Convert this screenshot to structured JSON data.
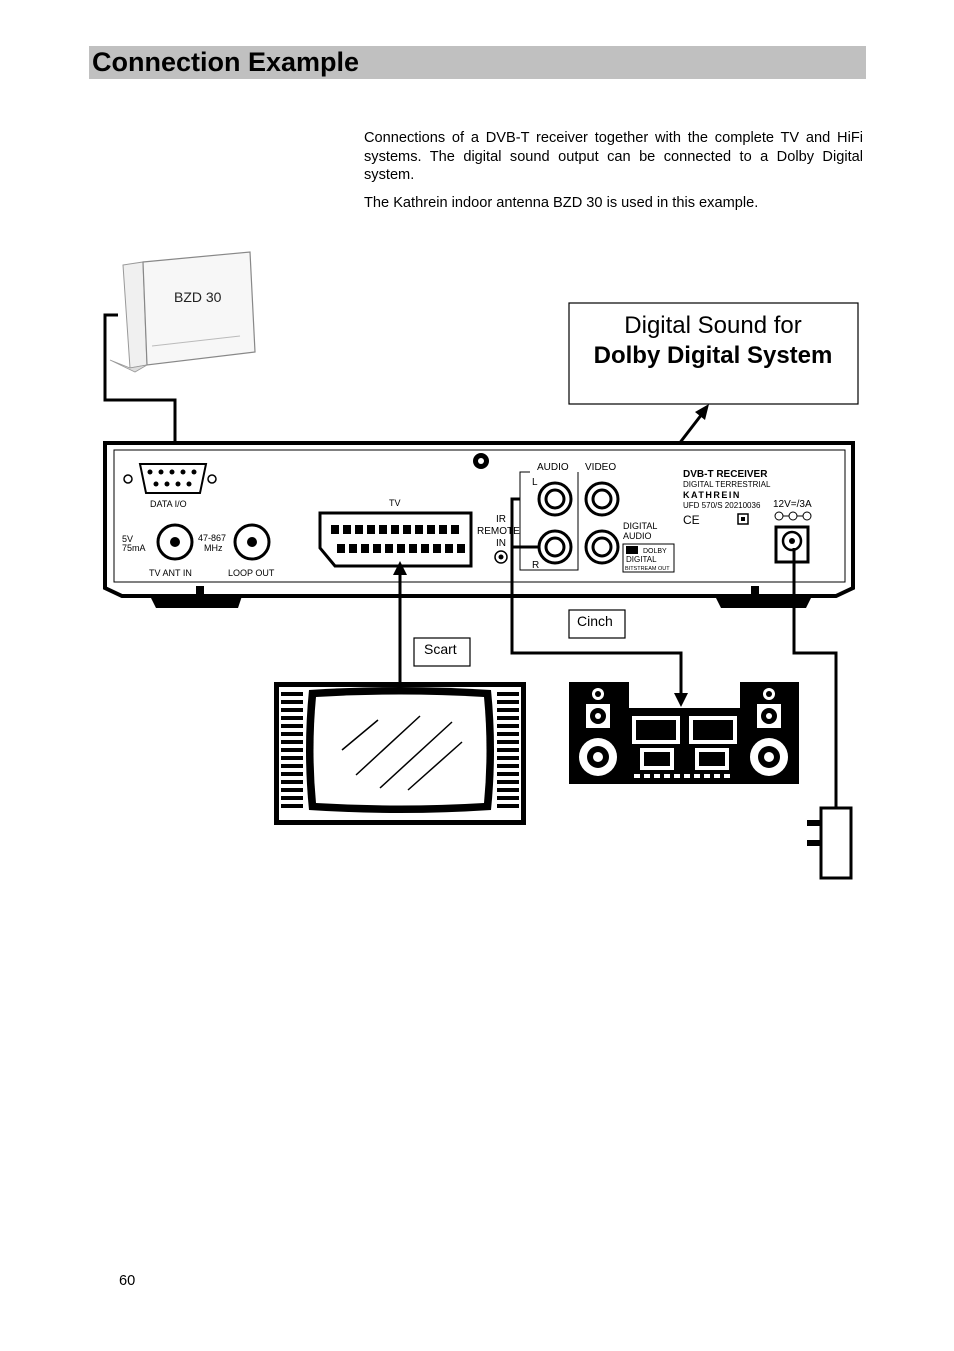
{
  "page": {
    "title": "Connection Example",
    "intro": [
      "Connections of a DVB-T receiver together with the complete TV and HiFi systems. The digital sound output can be connected to a Dolby Digital system.",
      "The Kathrein indoor antenna BZD 30 is used in this example."
    ],
    "page_number": "60"
  },
  "diagram": {
    "antenna_label": "BZD 30",
    "dolby_box": {
      "line1": "Digital Sound for",
      "line2": "Dolby Digital System"
    },
    "receiver": {
      "data_io": "DATA I/O",
      "power_in_spec_1": "5V",
      "power_in_spec_2": "75mA",
      "freq_1": "47-867",
      "freq_2": "MHz",
      "tv_ant_in": "TV ANT IN",
      "loop_out": "LOOP OUT",
      "tv": "TV",
      "ir_1": "IR",
      "ir_2": "REMOTE",
      "ir_3": "IN",
      "audio": "AUDIO",
      "video": "VIDEO",
      "audio_l": "L",
      "audio_r": "R",
      "digital_1": "DIGITAL",
      "digital_2": "AUDIO",
      "brand_1": "DVB-T RECEIVER",
      "brand_2": "DIGITAL  TERRESTRIAL",
      "brand_3": "KATHREIN",
      "model": "UFD  570/S 20210036",
      "ce": "CE",
      "dolby_logo_1": "DOLBY",
      "dolby_logo_2": "DIGITAL",
      "dolby_logo_3": "BITSTREAM OUT",
      "power_rating": "12V=/3A"
    },
    "labels": {
      "scart": "Scart",
      "cinch": "Cinch"
    }
  }
}
